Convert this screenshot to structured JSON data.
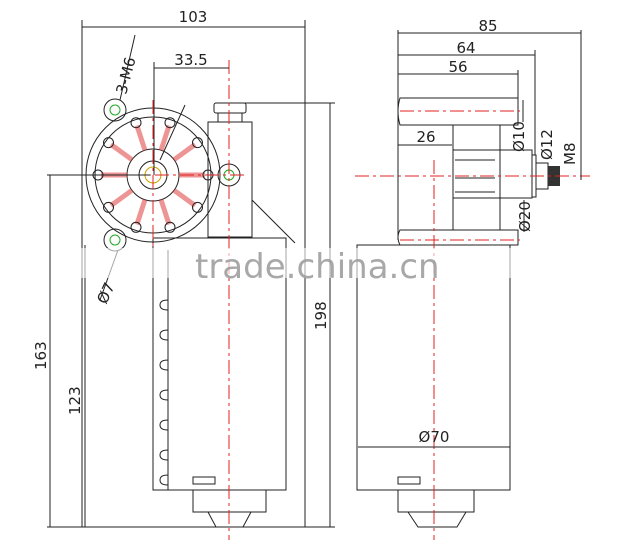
{
  "colors": {
    "line": "#222222",
    "centerline": "#e02020",
    "watermark": "#9a9a9a"
  },
  "front_view": {
    "width": "103",
    "shaft_offset": "33.5",
    "thread": "3-M6",
    "hole": "Ø7",
    "height_total": "198",
    "height_center": "163",
    "height_mount": "123"
  },
  "side_view": {
    "depth_total": "85",
    "depth_flange": "64",
    "depth_gearbox": "56",
    "depth_body": "26",
    "d_boss": "Ø10",
    "d_shaft": "Ø12",
    "thread": "M8",
    "d_hub": "Ø20",
    "d_motor": "Ø70"
  },
  "watermark": "trade.china.cn"
}
